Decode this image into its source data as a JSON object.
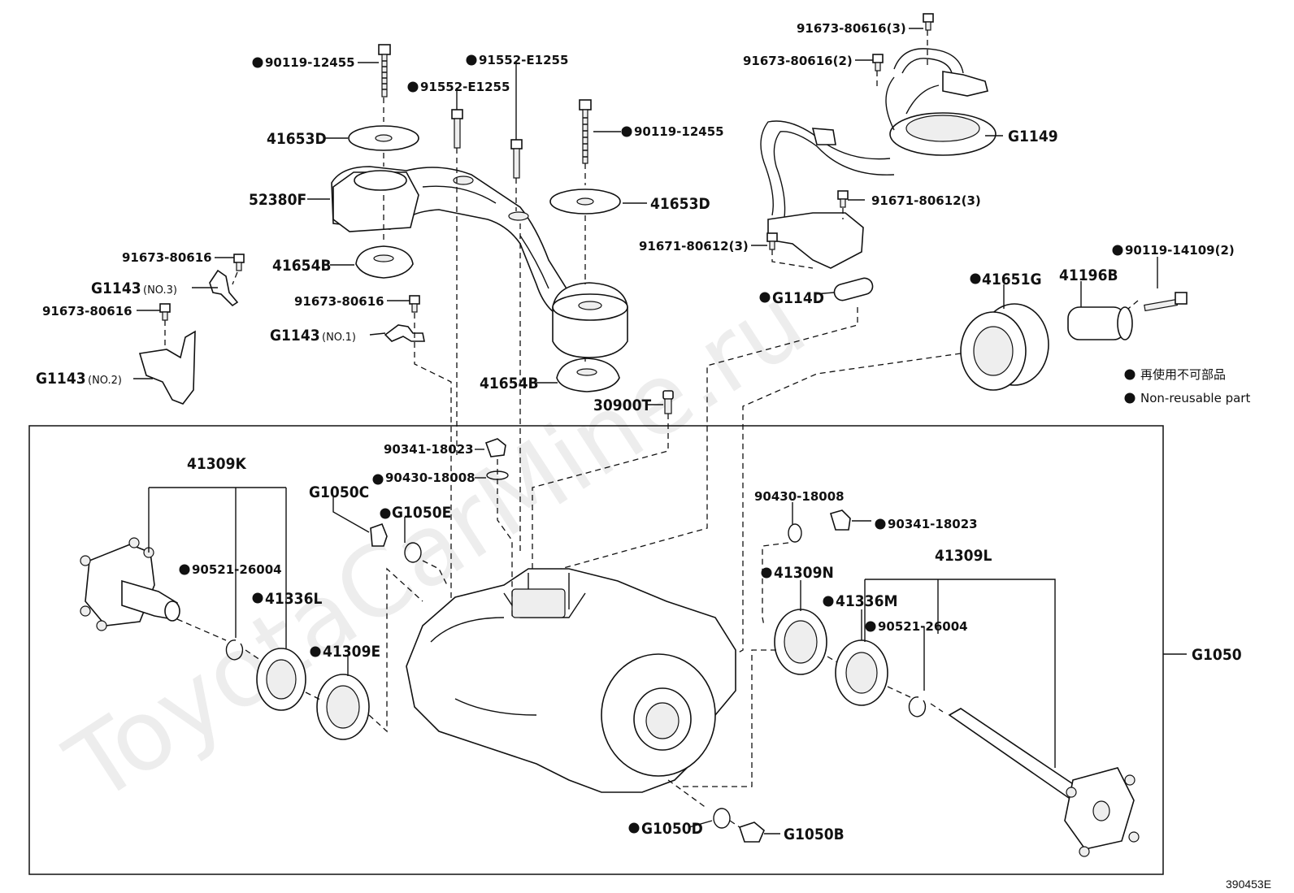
{
  "legend": {
    "non_reusable_jp": "再使用不可部品",
    "non_reusable_en": "Non-reusable part"
  },
  "watermark": "ToyotaCarMine.ru",
  "diagram_code": "390453E",
  "labels": {
    "p90119_12455_a": "90119-12455",
    "p91552_E1255_a": "91552-E1255",
    "p91552_E1255_b": "91552-E1255",
    "p90119_12455_b": "90119-12455",
    "p41653D_a": "41653D",
    "p41653D_b": "41653D",
    "p52380F": "52380F",
    "p41654B_a": "41654B",
    "p41654B_b": "41654B",
    "p91673_80616_a": "91673-80616",
    "p91673_80616_b": "91673-80616",
    "p91673_80616_c": "91673-80616",
    "G1143_no3": "G1143",
    "G1143_no3_sub": "(NO.3)",
    "G1143_no1": "G1143",
    "G1143_no1_sub": "(NO.1)",
    "G1143_no2": "G1143",
    "G1143_no2_sub": "(NO.2)",
    "p30900T": "30900T",
    "p91673_80616_3": "91673-80616(3)",
    "p91673_80616_2": "91673-80616(2)",
    "G1149": "G1149",
    "p91671_80612_3_a": "91671-80612(3)",
    "p91671_80612_3_b": "91671-80612(3)",
    "G114D": "G114D",
    "p41651G": "41651G",
    "p41196B": "41196B",
    "p90119_14109_2": "90119-14109(2)",
    "p90341_18023_a": "90341-18023",
    "p90430_18008_a": "90430-18008",
    "G1050C": "G1050C",
    "G1050E": "G1050E",
    "p41309K": "41309K",
    "p90521_26004_a": "90521-26004",
    "p41336L": "41336L",
    "p41309E": "41309E",
    "p90430_18008_b": "90430-18008",
    "p90341_18023_b": "90341-18023",
    "p41309L": "41309L",
    "p41309N": "41309N",
    "p41336M": "41336M",
    "p90521_26004_b": "90521-26004",
    "G1050": "G1050",
    "G1050D": "G1050D",
    "G1050B": "G1050B"
  }
}
